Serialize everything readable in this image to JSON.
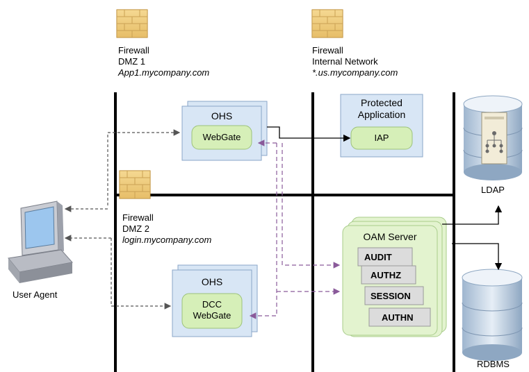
{
  "firewall_dmz1": {
    "line1": "Firewall",
    "line2": "DMZ 1",
    "line3": "App1.mycompany.com"
  },
  "firewall_internal": {
    "line1": "Firewall",
    "line2": "Internal Network",
    "line3": "*.us.mycompany.com"
  },
  "firewall_dmz2": {
    "line1": "Firewall",
    "line2": "DMZ 2",
    "line3": "login.mycompany.com"
  },
  "ohs_top": {
    "title": "OHS",
    "module": "WebGate"
  },
  "protected_app": {
    "title_line1": "Protected",
    "title_line2": "Application",
    "module": "IAP"
  },
  "ohs_bottom": {
    "title": "OHS",
    "module_line1": "DCC",
    "module_line2": "WebGate"
  },
  "oam_server": {
    "title": "OAM Server",
    "modules": [
      "AUDIT",
      "AUTHZ",
      "SESSION",
      "AUTHN"
    ]
  },
  "ldap": {
    "label": "LDAP"
  },
  "rdbms": {
    "label": "RDBMS"
  },
  "user_agent": {
    "label": "User Agent"
  },
  "colors": {
    "box_fill": "#d8e6f5",
    "box_stroke": "#8aa6c8",
    "module_fill": "#d6efb8",
    "server_fill": "#e3f3cf",
    "dashed_purple": "#8a5a9a"
  }
}
